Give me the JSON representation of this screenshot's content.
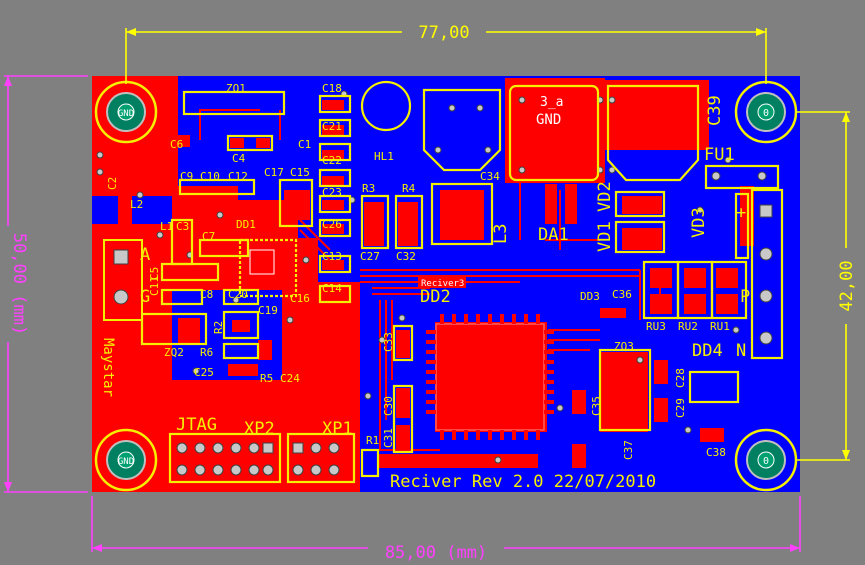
{
  "dimensions": {
    "top_width": "77,00",
    "right_height": "42,00",
    "bottom_width": "85,00 (mm)",
    "left_height": "50,00 (mm)"
  },
  "board": {
    "title_text": "Reciver Rev 2.0 22/07/2010",
    "brand_vertical": "Maystar",
    "chip_label": "Reciver3"
  },
  "mount_holes": [
    {
      "label": "GND"
    },
    {
      "label": "0"
    },
    {
      "label": "GND"
    },
    {
      "label": "0"
    }
  ],
  "component_labels": {
    "zq1": "ZQ1",
    "c6": "C6",
    "c4": "C4",
    "c1": "C1",
    "c9": "C9",
    "c10": "C10",
    "c12": "C12",
    "c17": "C17",
    "c15": "C15",
    "c2": "C2",
    "l2": "L2",
    "l1": "L1",
    "c3": "C3",
    "c7": "C7",
    "dd1": "DD1",
    "c5": "C5",
    "c11": "C11",
    "c8": "C8",
    "c20": "C20",
    "c19": "C19",
    "c16": "C16",
    "r2": "R2",
    "zq2": "ZQ2",
    "r6": "R6",
    "c25": "C25",
    "r5": "R5",
    "c24": "C24",
    "c18": "C18",
    "c21": "C21",
    "c22": "C22",
    "c23": "C23",
    "c26": "C26",
    "c13": "C13",
    "c14": "C14",
    "hl1": "HL1",
    "r3": "R3",
    "r4": "R4",
    "c27": "C27",
    "c32": "C32",
    "dd2": "DD2",
    "c33": "C33",
    "c30": "C30",
    "c31": "C31",
    "r1": "R1",
    "c34": "C34",
    "l3": "L3",
    "da1": "DA1",
    "gnd_pad": "GND",
    "three_a": "3_a",
    "c39": "C39",
    "fu1": "FU1",
    "vd1": "VD1",
    "vd2": "VD2",
    "vd3": "VD3",
    "plus": "+",
    "p": "P",
    "n": "N",
    "dd3": "DD3",
    "c36": "C36",
    "ru3": "RU3",
    "ru2": "RU2",
    "ru1": "RU1",
    "zq3": "ZQ3",
    "dd4": "DD4",
    "c28": "C28",
    "c29": "C29",
    "c35": "C35",
    "c37": "C37",
    "c38": "C38",
    "a": "A",
    "g": "G",
    "jtag": "JTAG",
    "xp2": "XP2",
    "xp1": "XP1"
  },
  "colors": {
    "background": "#808080",
    "top_copper": "#ff0000",
    "bottom_copper": "#0000ff",
    "silkscreen": "#f5f000",
    "dimension_yellow": "#ffff00",
    "dimension_magenta": "#ff40ff"
  }
}
